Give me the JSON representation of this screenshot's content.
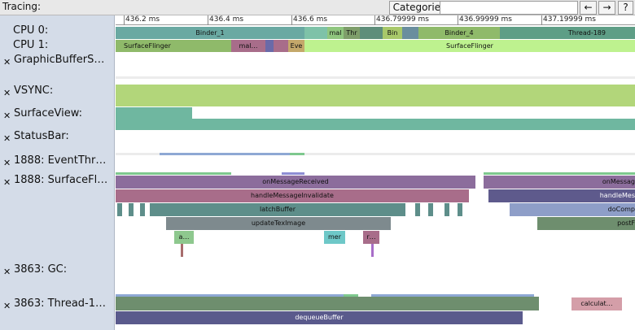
{
  "header": {
    "title": "Tracing:",
    "categories_label": "Categories",
    "search_value": "",
    "prev_label": "←",
    "next_label": "→",
    "help_label": "?"
  },
  "ruler": {
    "ticks": [
      "436.2 ms",
      "436.4 ms",
      "436.6 ms",
      "436.79999 ms",
      "436.99999 ms",
      "437.19999 ms"
    ]
  },
  "tracks": [
    {
      "id": "cpu0",
      "label": "CPU 0:",
      "closable": false
    },
    {
      "id": "cpu1",
      "label": "CPU 1:",
      "closable": false
    },
    {
      "id": "graphicbuffer",
      "label": "GraphicBufferS…",
      "closable": true
    },
    {
      "id": "vsync",
      "label": "VSYNC:",
      "closable": true
    },
    {
      "id": "surfaceview",
      "label": "SurfaceView:",
      "closable": true
    },
    {
      "id": "statusbar",
      "label": "StatusBar:",
      "closable": true
    },
    {
      "id": "eventthread",
      "label": "1888: EventThr…",
      "closable": true
    },
    {
      "id": "surfaceflinger",
      "label": "1888: SurfaceFl…",
      "closable": true
    },
    {
      "id": "gc",
      "label": "3863: GC:",
      "closable": true
    },
    {
      "id": "thread1",
      "label": "3863: Thread-1…",
      "closable": true
    }
  ],
  "slices": {
    "cpu0": [
      "Binder_1",
      "mal",
      "Thr",
      "Bin",
      "Binder_4",
      "Thread-189"
    ],
    "cpu1": [
      "SurfaceFlinger",
      "mal…",
      "Eve",
      "SurfaceFlinger"
    ],
    "surfaceflinger": [
      "onMessageReceived",
      "onMessag",
      "handleMessageInvalidate",
      "handleMes",
      "latchBuffer",
      "doComp",
      "updateTexImage",
      "postF",
      "a…",
      "mer",
      "r…"
    ],
    "thread1": [
      "calculat…",
      "dequeueBuffer"
    ]
  },
  "colors": {
    "binder": "#6aa9a2",
    "thread": "#5e9e86",
    "surfaceflinger_green": "#8fba6a",
    "surfaceflinger_light": "#bef28f",
    "vsync": "#b2d67a",
    "surfaceview": "#6fb7a0",
    "onmessage": "#8c6d9c",
    "handlemessage": "#a86d8a",
    "latchbuffer": "#5e8e8a",
    "updatetex": "#7e8a8e",
    "dequeue": "#5a5a8c",
    "thread1_main": "#6e8e6e"
  }
}
